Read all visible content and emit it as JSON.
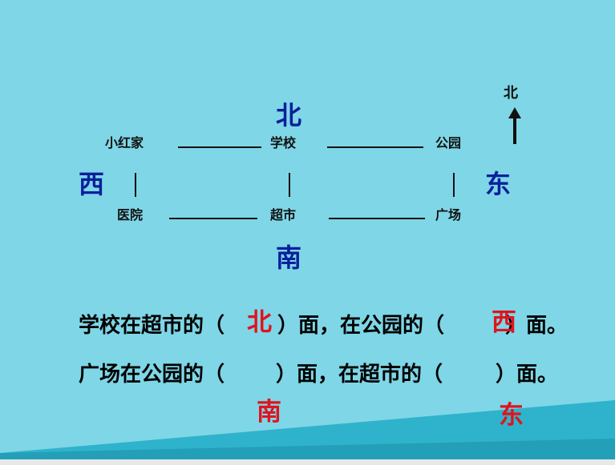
{
  "compass": {
    "label": "北"
  },
  "directions": {
    "north": "北",
    "south": "南",
    "west": "西",
    "east": "东"
  },
  "places": {
    "home": "小红家",
    "school": "学校",
    "park": "公园",
    "hospital": "医院",
    "supermarket": "超市",
    "square": "广场"
  },
  "questions": [
    {
      "part1": "学校在超市的（",
      "part2": "）面，在公园的（",
      "part3": "）面。"
    },
    {
      "part1": "广场在公园的（",
      "part2": "）面，在超市的（",
      "part3": "）面。"
    }
  ],
  "answers": {
    "q1a": "北",
    "q1b": "西",
    "q2a": "南",
    "q2b": "东"
  },
  "colors": {
    "background": "#7fd6e6",
    "direction": "#0a1f9c",
    "answer": "#e0141e",
    "band": "#2fb3cc"
  }
}
